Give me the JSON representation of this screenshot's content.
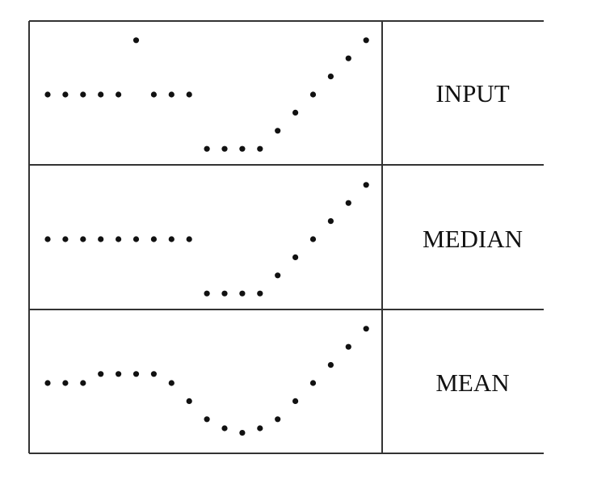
{
  "rows": [
    {
      "label": "INPUT",
      "signal": [
        0,
        0,
        0,
        0,
        0,
        3,
        0,
        0,
        0,
        -3,
        -3,
        -3,
        -3,
        -2,
        -1,
        0,
        1,
        2,
        3
      ]
    },
    {
      "label": "MEDIAN",
      "signal": [
        0,
        0,
        0,
        0,
        0,
        0,
        0,
        0,
        0,
        -3,
        -3,
        -3,
        -3,
        -2,
        -1,
        0,
        1,
        2,
        3
      ]
    },
    {
      "label": "MEAN",
      "signal": [
        0,
        0,
        0,
        0.5,
        0.5,
        0.5,
        0.5,
        0,
        -1,
        -2,
        -2.5,
        -2.75,
        -2.5,
        -2,
        -1,
        0,
        1,
        2,
        3
      ]
    }
  ],
  "colors": {
    "line": "#333333",
    "dot": "#111111"
  }
}
